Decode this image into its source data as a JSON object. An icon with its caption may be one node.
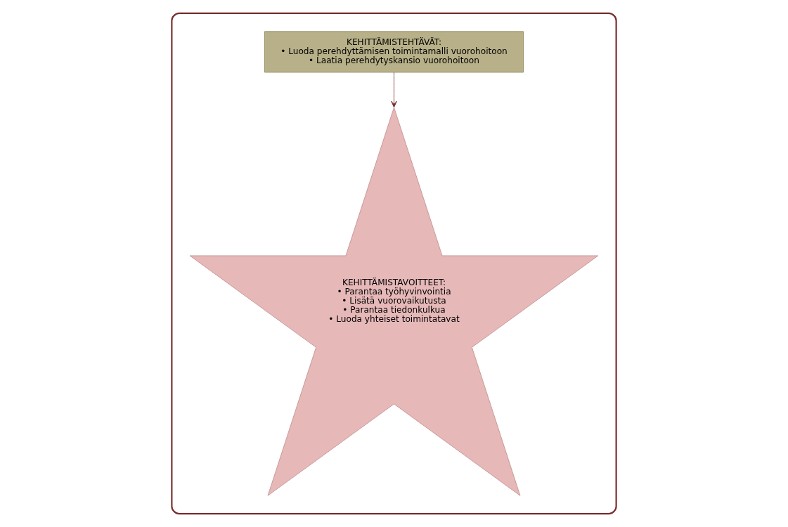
{
  "diagram": {
    "nodes": [
      {
        "text": [],
        "shape": "box"
      },
      {
        "text": [
          "KEHITTÄMISTEHTÄVÄT:",
          "• Luoda perehdyttämisen toimintamalli vuorohoitoon",
          "• Laatia perehdytyskansio vuorohoitoon"
        ],
        "in": 0
      },
      {
        "text": [
          "KEHITTÄMISTAVOITTEET:",
          "• Parantaa työhyvinvointia",
          "• Lisätä vuorovaikutusta",
          "• Parantaa tiedonkulkua",
          "• Luoda yhteiset toimintatavat"
        ],
        "in": 0
      }
    ],
    "edges": [
      {
        "from": 1,
        "to": 2,
        "arrow": "to"
      }
    ]
  }
}
